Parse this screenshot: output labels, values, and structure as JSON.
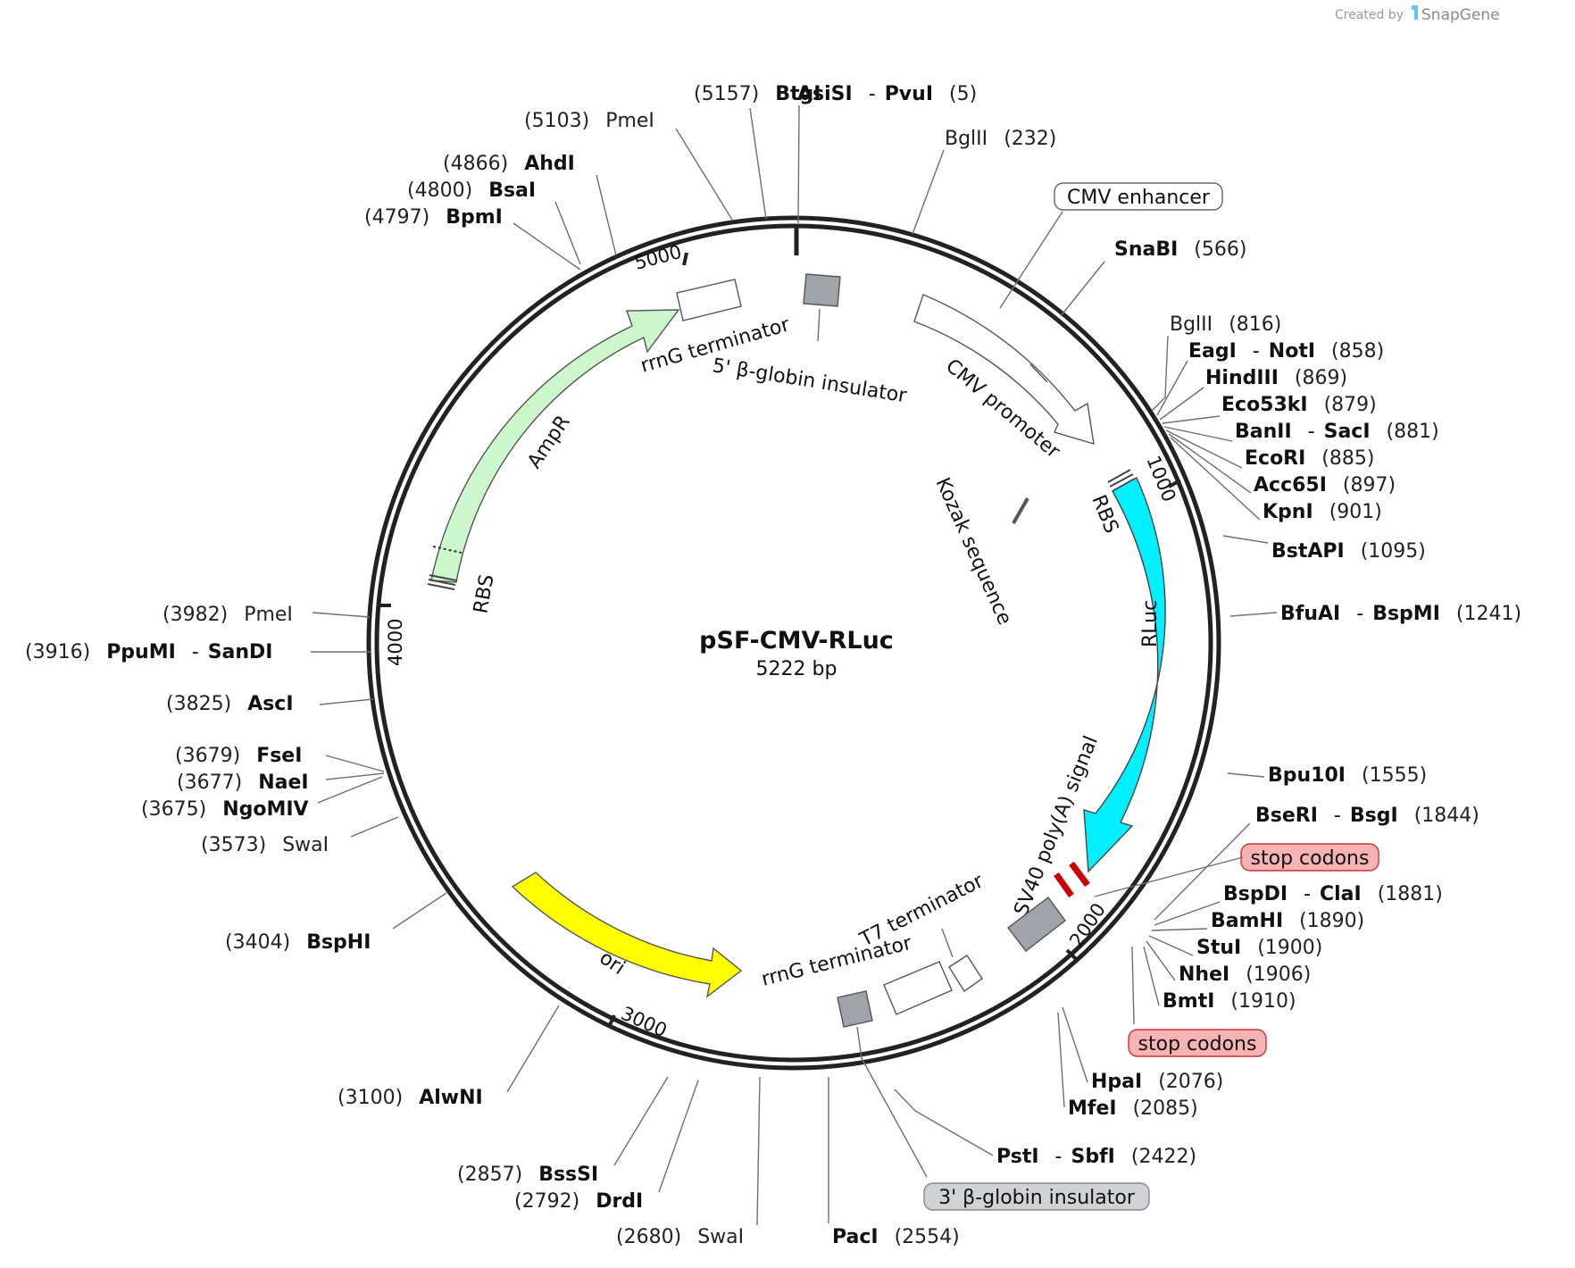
{
  "plasmid": {
    "name": "pSF-CMV-RLuc",
    "size_label": "5222 bp"
  },
  "credit": {
    "prefix": "Created by",
    "brand": "SnapGene"
  },
  "colors": {
    "ampr": "#ccf7cc",
    "rluc": "#00f0ff",
    "ori": "#ffff00",
    "insulator": "#9fa3aa",
    "stop": "#cc0000",
    "stop_badge": "#f6b3b3",
    "insulator_badge": "#cfd2d6"
  },
  "ruler": [
    "1000",
    "2000",
    "3000",
    "4000",
    "5000"
  ],
  "sites": [
    {
      "pos": "(5157)",
      "names": [
        "BtgI"
      ],
      "bold": true
    },
    {
      "pos": "(5)",
      "names": [
        "AsiSI",
        "PvuI"
      ],
      "bold": true
    },
    {
      "pos": "(5103)",
      "names": [
        "PmeI"
      ],
      "bold": false
    },
    {
      "pos": "(232)",
      "names": [
        "BglII"
      ],
      "bold": false
    },
    {
      "pos": "(4866)",
      "names": [
        "AhdI"
      ],
      "bold": true
    },
    {
      "pos": "(4800)",
      "names": [
        "BsaI"
      ],
      "bold": true
    },
    {
      "pos": "(4797)",
      "names": [
        "BpmI"
      ],
      "bold": true
    },
    {
      "pos": "(566)",
      "names": [
        "SnaBI"
      ],
      "bold": true
    },
    {
      "pos": "(816)",
      "names": [
        "BglII"
      ],
      "bold": false
    },
    {
      "pos": "(858)",
      "names": [
        "EagI",
        "NotI"
      ],
      "bold": true
    },
    {
      "pos": "(869)",
      "names": [
        "HindIII"
      ],
      "bold": true
    },
    {
      "pos": "(879)",
      "names": [
        "Eco53kI"
      ],
      "bold": true
    },
    {
      "pos": "(881)",
      "names": [
        "BanII",
        "SacI"
      ],
      "bold": true
    },
    {
      "pos": "(885)",
      "names": [
        "EcoRI"
      ],
      "bold": true
    },
    {
      "pos": "(897)",
      "names": [
        "Acc65I"
      ],
      "bold": true
    },
    {
      "pos": "(901)",
      "names": [
        "KpnI"
      ],
      "bold": true
    },
    {
      "pos": "(1095)",
      "names": [
        "BstAPI"
      ],
      "bold": true
    },
    {
      "pos": "(1241)",
      "names": [
        "BfuAI",
        "BspMI"
      ],
      "bold": true
    },
    {
      "pos": "(1555)",
      "names": [
        "Bpu10I"
      ],
      "bold": true
    },
    {
      "pos": "(1844)",
      "names": [
        "BseRI",
        "BsgI"
      ],
      "bold": true
    },
    {
      "pos": "(1881)",
      "names": [
        "BspDI",
        "ClaI"
      ],
      "bold": true
    },
    {
      "pos": "(1890)",
      "names": [
        "BamHI"
      ],
      "bold": true
    },
    {
      "pos": "(1900)",
      "names": [
        "StuI"
      ],
      "bold": true
    },
    {
      "pos": "(1906)",
      "names": [
        "NheI"
      ],
      "bold": true
    },
    {
      "pos": "(1910)",
      "names": [
        "BmtI"
      ],
      "bold": true
    },
    {
      "pos": "(2076)",
      "names": [
        "HpaI"
      ],
      "bold": true
    },
    {
      "pos": "(2085)",
      "names": [
        "MfeI"
      ],
      "bold": true
    },
    {
      "pos": "(2422)",
      "names": [
        "PstI",
        "SbfI"
      ],
      "bold": true
    },
    {
      "pos": "(2554)",
      "names": [
        "PacI"
      ],
      "bold": true
    },
    {
      "pos": "(2680)",
      "names": [
        "SwaI"
      ],
      "bold": false
    },
    {
      "pos": "(2792)",
      "names": [
        "DrdI"
      ],
      "bold": true
    },
    {
      "pos": "(2857)",
      "names": [
        "BssSI"
      ],
      "bold": true
    },
    {
      "pos": "(3100)",
      "names": [
        "AlwNI"
      ],
      "bold": true
    },
    {
      "pos": "(3404)",
      "names": [
        "BspHI"
      ],
      "bold": true
    },
    {
      "pos": "(3573)",
      "names": [
        "SwaI"
      ],
      "bold": false
    },
    {
      "pos": "(3675)",
      "names": [
        "NgoMIV"
      ],
      "bold": true
    },
    {
      "pos": "(3677)",
      "names": [
        "NaeI"
      ],
      "bold": true
    },
    {
      "pos": "(3679)",
      "names": [
        "FseI"
      ],
      "bold": true
    },
    {
      "pos": "(3825)",
      "names": [
        "AscI"
      ],
      "bold": true
    },
    {
      "pos": "(3916)",
      "names": [
        "PpuMI",
        "SanDI"
      ],
      "bold": true
    },
    {
      "pos": "(3982)",
      "names": [
        "PmeI"
      ],
      "bold": false
    }
  ],
  "features": {
    "ampr": "AmpR",
    "rbs_left": "RBS",
    "rrng_top": "rrnG terminator",
    "insulator5": "5' β-globin insulator",
    "cmv_enhancer": "CMV enhancer",
    "cmv_promoter": "CMV promoter",
    "rbs_right": "RBS",
    "kozak": "Kozak sequence",
    "rluc": "RLuc",
    "sv40": "SV40 poly(A) signal",
    "stop1": "stop codons",
    "stop2": "stop codons",
    "t7": "T7 terminator",
    "rrng_bottom": "rrnG terminator",
    "insulator3": "3' β-globin insulator",
    "ori": "ori"
  }
}
